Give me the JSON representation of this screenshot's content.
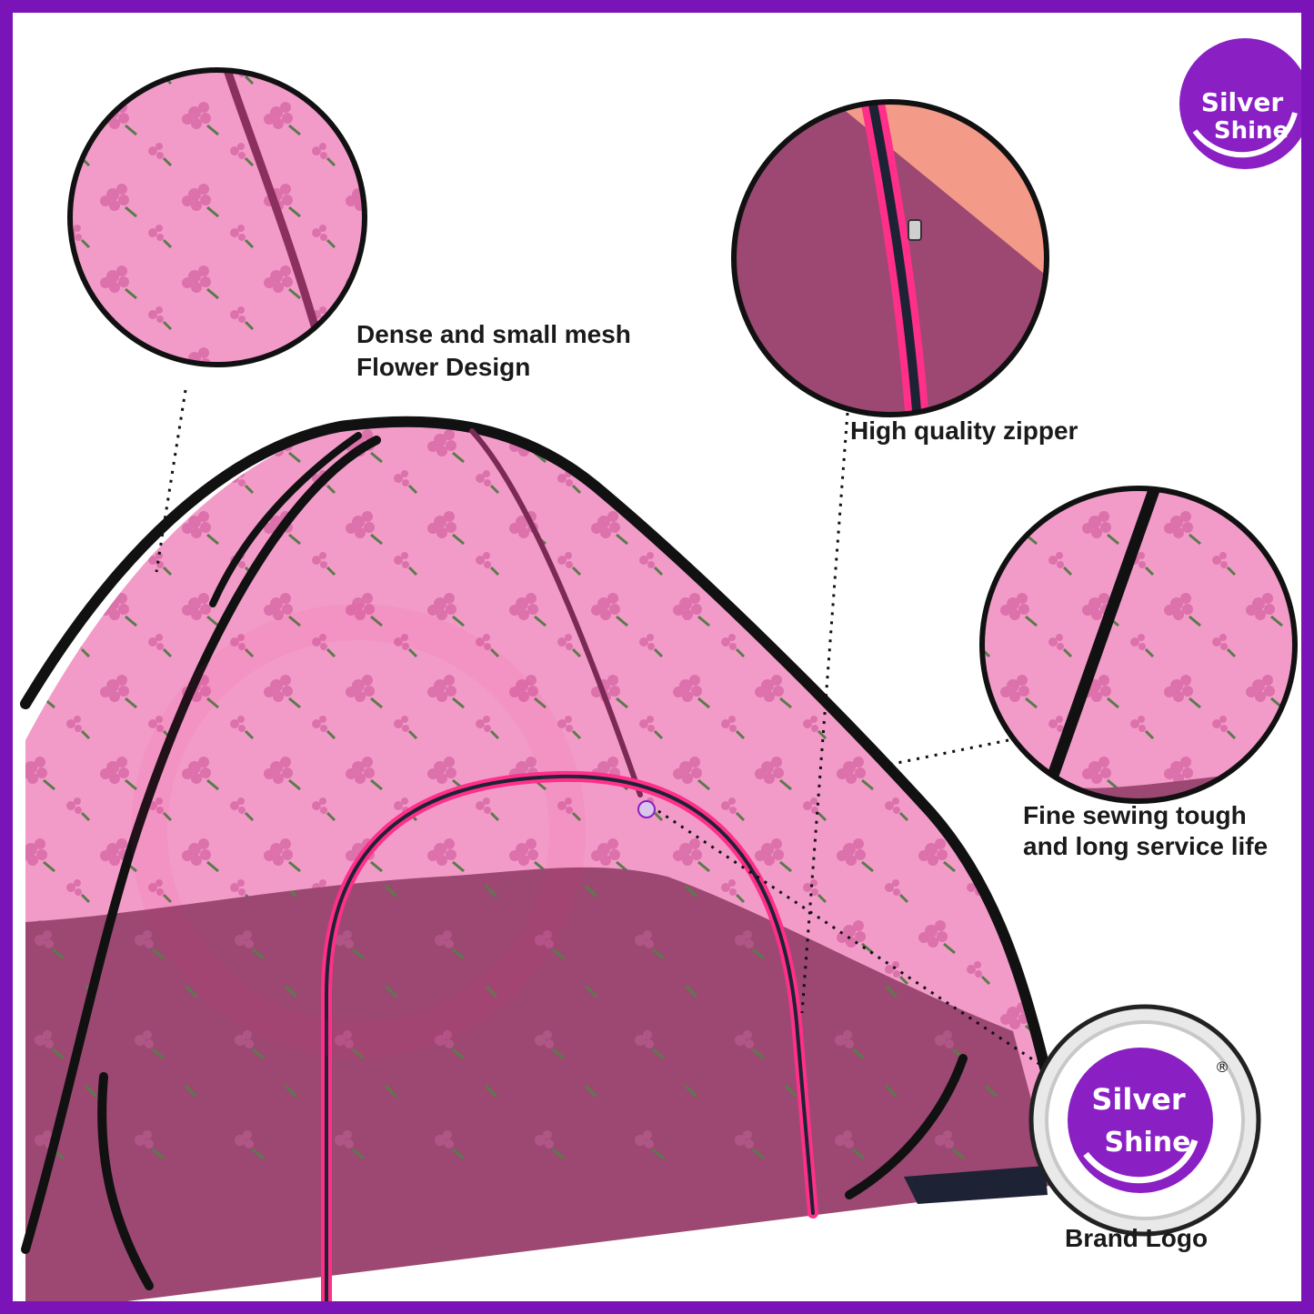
{
  "brand": {
    "line1": "Silver",
    "line2": "Shine",
    "registered_mark": "®"
  },
  "callouts": [
    {
      "id": "mesh",
      "lines": [
        "Dense and small mesh",
        "Flower Design"
      ]
    },
    {
      "id": "zipper",
      "lines": [
        "High quality zipper"
      ]
    },
    {
      "id": "sewing",
      "lines": [
        "Fine sewing tough",
        "and long service life"
      ]
    },
    {
      "id": "logo",
      "lines": [
        "Brand Logo"
      ]
    }
  ],
  "colors": {
    "frame": "#7b14b8",
    "tent_light_pink": "#f29bc8",
    "tent_dark_mauve": "#9c4872",
    "trim_hot_pink": "#ff2f8a",
    "frame_pole": "#111111",
    "logo_purple": "#8a1fc4"
  },
  "icons": [
    "flower-pattern",
    "zipper-icon",
    "brand-logo-badge"
  ]
}
